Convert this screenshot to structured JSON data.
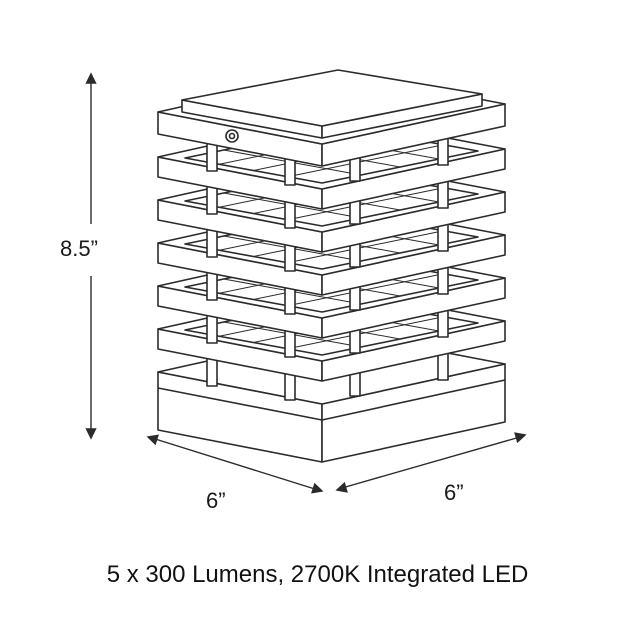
{
  "dimensions": {
    "height": "8.5”",
    "width_left": "6”",
    "width_right": "6”"
  },
  "caption": "5 x 300 Lumens, 2700K Integrated LED",
  "colors": {
    "line": "#2b2b2b",
    "fill": "#ffffff"
  }
}
